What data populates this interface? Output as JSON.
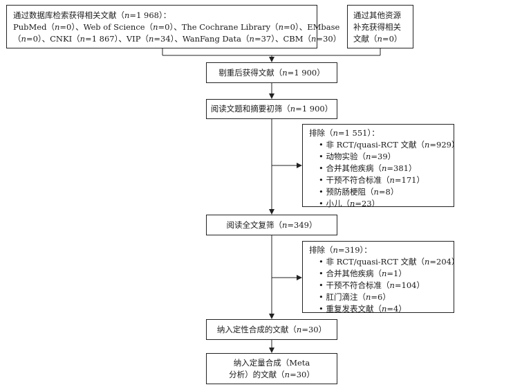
{
  "database_box": {
    "lines": [
      "通过数据库检索获得相关文献（n=1 968）：",
      "PubMed（n=0）、Web of Science（n=0）、The Cochrane Library（n=0）、EMbase",
      "（n=0）、CNKI（n=1 867）、VIP（n=34）、WanFang Data（n=37）、CBM（n=30）"
    ]
  },
  "other_source_box": {
    "lines": [
      "通过其他资源",
      "补充获得相关",
      "文献（n=0）"
    ]
  },
  "dedup_box": {
    "text": "剔重后获得文献（n=1 900）"
  },
  "screen_box": {
    "text": "阅读文题和摘要初筛（n=1 900）"
  },
  "exclusion1": {
    "title": "排除（n=1 551）：",
    "items": [
      "• 非 RCT/quasi-RCT 文献（n=929）",
      "• 动物实验（n=39）",
      "• 合并其他疾病（n=381）",
      "• 干预不符合标准（n=171）",
      "• 预防肠梗阻（n=8）",
      "• 小儿（n=23）"
    ]
  },
  "fulltext_box": {
    "text": "阅读全文复筛（n=349）"
  },
  "exclusion2": {
    "title": "排除（n=319）：",
    "items": [
      "• 非 RCT/quasi-RCT 文献（n=204）",
      "• 合并其他疾病（n=1）",
      "• 干预不符合标准（n=104）",
      "• 肛门滴注（n=6）",
      "• 重复发表文献（n=4）"
    ]
  },
  "qualitative_box": {
    "text": "纳入定性合成的文献（n=30）"
  },
  "meta_box": {
    "lines": [
      "纳入定量合成（Meta",
      "分析）的文献（n=30）"
    ]
  }
}
